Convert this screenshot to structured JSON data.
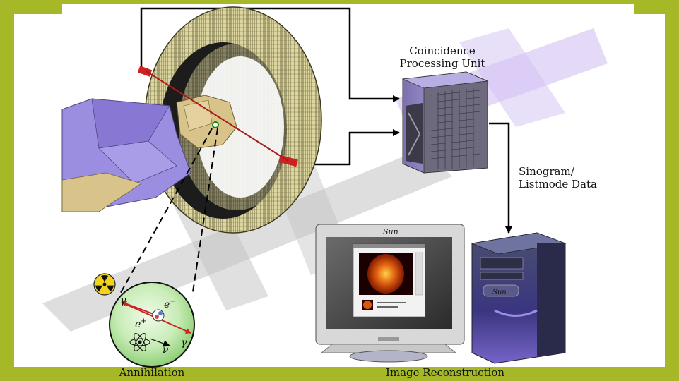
{
  "labels": {
    "cpu_line1": "Coincidence",
    "cpu_line2": "Processing Unit",
    "sino_line1": "Sinogram/",
    "sino_line2": "Listmode Data",
    "annihilation": "Annihilation",
    "reconstruction": "Image Reconstruction",
    "monitor_brand": "Sun",
    "tower_brand": "Sun"
  },
  "annihilation_symbols": {
    "gamma_top": "γ",
    "gamma_bottom": "γ",
    "electron": "e",
    "electron_sup": "−",
    "positron": "e",
    "positron_sup": "+",
    "neutrino": "ν"
  },
  "colors": {
    "frame": "#a6b828",
    "canvas": "#ffffff",
    "watermark_purple": "#c9b6f2",
    "watermark_gray": "#b8b8b8",
    "ring_beige": "#ddd6a0",
    "patient_purple": "#9b8de0",
    "skin": "#d8c48a",
    "lor_red": "#cc2222",
    "arrow": "#000000"
  }
}
